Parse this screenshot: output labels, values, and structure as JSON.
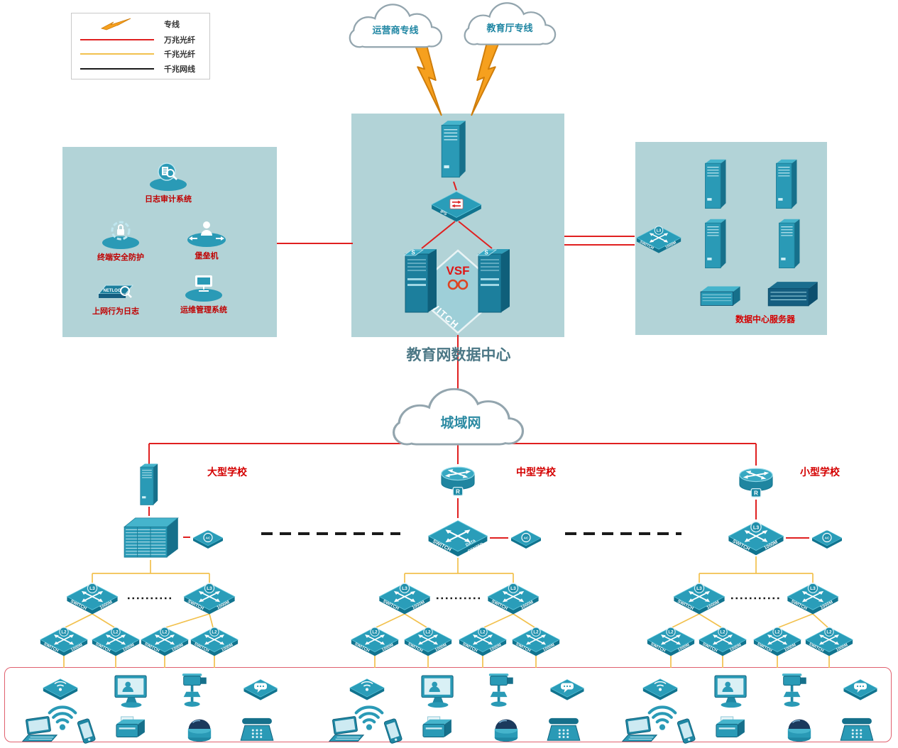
{
  "legend": {
    "items": [
      {
        "id": "dedicated-line",
        "label": "专线"
      },
      {
        "id": "fiber-10g",
        "label": "万兆光纤",
        "color": "#e02020"
      },
      {
        "id": "fiber-1g",
        "label": "千兆光纤",
        "color": "#f2c14e"
      },
      {
        "id": "copper-1g",
        "label": "千兆网线",
        "color": "#1a1a1a"
      }
    ]
  },
  "clouds": {
    "operator": "运营商专线",
    "education": "教育厅专线",
    "man": "城域网"
  },
  "datacenter": {
    "title": "教育网数据中心",
    "vsf_label": "VSF",
    "switch_text": "SWITCH",
    "ips_label": "IPS",
    "server_tag": "S"
  },
  "security_box": {
    "items": [
      {
        "id": "log-audit",
        "label": "日志审计系统"
      },
      {
        "id": "terminal-protection",
        "label": "终端安全防护"
      },
      {
        "id": "bastion-host",
        "label": "堡垒机"
      },
      {
        "id": "net-log",
        "label": "上网行为日志",
        "tag": "NETLOG"
      },
      {
        "id": "ops-management",
        "label": "运维管理系统"
      }
    ]
  },
  "server_box": {
    "title": "数据中心服务器"
  },
  "schools": [
    {
      "name": "大型学校"
    },
    {
      "name": "中型学校"
    },
    {
      "name": "小型学校"
    }
  ],
  "switch_labels": {
    "switch": "SWITCH",
    "speed": "1000M",
    "l3_badge": "L3",
    "l2_badge": "L2",
    "data": "DATA",
    "center": "CENTER",
    "ac": "AC",
    "router": "R"
  },
  "endpoint_icons": [
    "wlan-ap",
    "monitor",
    "ptz-camera",
    "chat",
    "laptop",
    "wifi-signal",
    "smartphone",
    "printer",
    "dome-camera",
    "telephone"
  ],
  "colors": {
    "device_teal": "#2a9ab6",
    "line_10g_red": "#e02020",
    "line_1g_yellow": "#f2c14e",
    "line_copper_black": "#1a1a1a",
    "zone_bg": "#b2d3d7",
    "label_red": "#d40000"
  }
}
